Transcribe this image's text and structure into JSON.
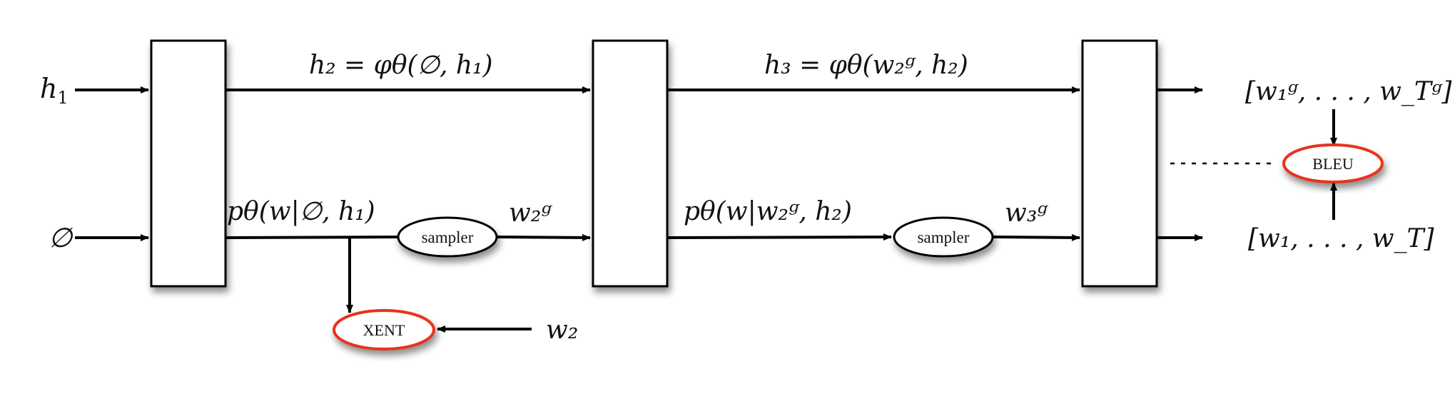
{
  "labels": {
    "h1": "h",
    "h1_sub": "1",
    "empty_in": "∅",
    "top1": "h₂ = φθ(∅, h₁)",
    "top2": "h₃ = φθ(w₂ᵍ, h₂)",
    "prob1": "pθ(w|∅, h₁)",
    "prob2": "pθ(w|w₂ᵍ, h₂)",
    "w2g": "w₂ᵍ",
    "w3g": "w₃ᵍ",
    "w2": "w₂",
    "seq_gen": "[w₁ᵍ, . . . , w_Tᵍ]",
    "seq_ref": "[w₁, . . . , w_T]"
  },
  "nodes": {
    "sampler1": "sampler",
    "sampler2": "sampler",
    "xent": "XENT",
    "bleu": "BLEU"
  },
  "colors": {
    "stroke": "#000000",
    "loss_outline": "#e8321e",
    "shadow": "#9a9a9a"
  }
}
